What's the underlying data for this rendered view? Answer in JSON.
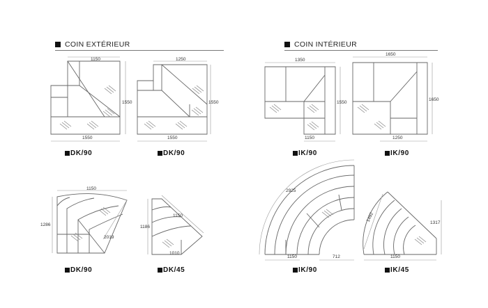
{
  "sections": {
    "exterior": "COIN EXTÉRIEUR",
    "interior": "COIN INTÉRIEUR"
  },
  "models": {
    "dk90_square_a": "DK/90",
    "dk90_square_b": "DK/90",
    "ik90_square_a": "IK/90",
    "ik90_square_b": "IK/90",
    "dk90_round": "DK/90",
    "dk45_round": "DK/45",
    "ik90_round": "IK/90",
    "ik45_round": "IK/45"
  },
  "dims": {
    "dk90a_top": "1150",
    "dk90a_right": "1550",
    "dk90a_bottom": "1550",
    "dk90b_top": "1250",
    "dk90b_right": "1550",
    "dk90b_bottom": "1550",
    "ik90a_top": "1350",
    "ik90a_right": "1550",
    "ik90a_bottom": "1150",
    "ik90b_top": "1650",
    "ik90b_right": "1650",
    "ik90b_bottom": "1250",
    "dk90r_top": "1150",
    "dk90r_left": "1286",
    "dk90r_diag": "2019",
    "dk45r_left": "1186",
    "dk45r_top": "1150",
    "dk45r_bottom": "1010",
    "ik90r_arc": "2925",
    "ik90r_bottom_a": "1150",
    "ik90r_bottom_b": "712",
    "ik45r_diag": "1492",
    "ik45r_right": "1317",
    "ik45r_bottom": "1150"
  }
}
